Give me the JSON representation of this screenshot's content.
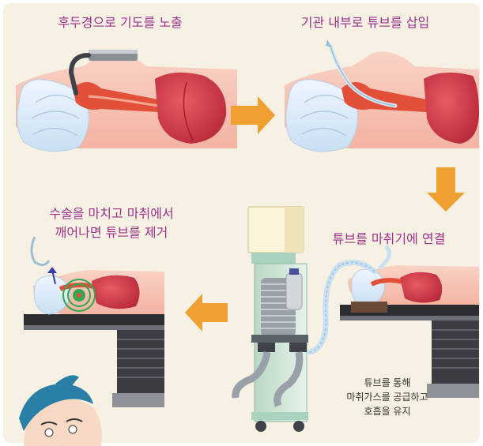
{
  "steps": {
    "step1": "후두경으로 기도를 노출",
    "step2": "기관 내부로 튜브를 삽입",
    "step3": "튜브를 마취기에 연결",
    "step4_line1": "수술을 마치고 마취에서",
    "step4_line2": "깨어나면 튜브를 제거"
  },
  "note": {
    "line1": "튜브를 통해",
    "line2": "마취가스를 공급하고",
    "line3": "호흡을 유지"
  },
  "colors": {
    "caption": "#a0308a",
    "arrow": "#f0a030",
    "airway": "#e2503a",
    "lung": "#d23a48",
    "skin": "#f7c2b4",
    "background": "#f6f1e2"
  }
}
